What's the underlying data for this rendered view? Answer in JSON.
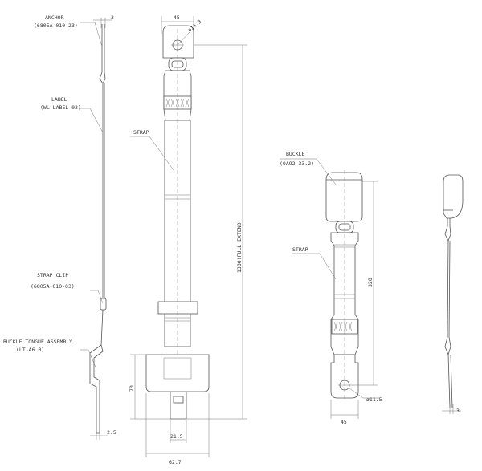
{
  "callouts": {
    "anchor": "ANCHOR",
    "anchor_part": "(6805A-010-23)",
    "label": "LABEL",
    "label_part": "(WL-LABEL-02)",
    "strap_left": "STRAP",
    "strap_clip": "STRAP CLIP",
    "strap_clip_part": "(6805A-010-03)",
    "buckle_tongue": "BUCKLE TONGUE ASSEMBLY",
    "buckle_tongue_part": "(LT-A6.0)",
    "buckle": "BUCKLE",
    "buckle_part": "(OA92-33.2)",
    "strap_right": "STRAP"
  },
  "dimensions": {
    "side_top_width": "3",
    "side_bottom_thickness": "2.5",
    "anchor_width": "45",
    "anchor_hole": "ø14.3",
    "full_length": "1300(FULL EXTEND)",
    "tongue_height": "70",
    "tongue_width": "21.5",
    "base_width": "62.7",
    "buckle_length": "320",
    "buckle_hole": "ø11.5",
    "buckle_width": "45",
    "right_side_width": "3"
  }
}
